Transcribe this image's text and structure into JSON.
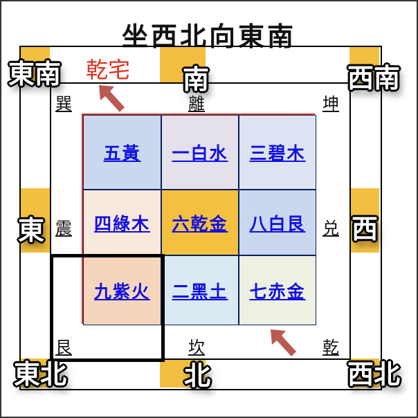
{
  "title": "坐西北向東南",
  "house": "乾宅",
  "directions": {
    "se": "東南",
    "s": "南",
    "sw": "西南",
    "e": "東",
    "w": "西",
    "ne": "東北",
    "n": "北",
    "nw": "西北"
  },
  "trigrams": {
    "xun": "巽",
    "li": "離",
    "kun": "坤",
    "zhen": "震",
    "dui": "兑",
    "gen": "艮",
    "kan": "坎",
    "qian": "乾"
  },
  "grid": [
    {
      "label": "五黃",
      "color": "#c9d8ee"
    },
    {
      "label": "一白水",
      "color": "#e4e0ec"
    },
    {
      "label": "三碧木",
      "color": "#dde3f0"
    },
    {
      "label": "四綠木",
      "color": "#f9e8dc"
    },
    {
      "label": "六乾金",
      "color": "#f4c040"
    },
    {
      "label": "八白艮",
      "color": "#c9d8ee"
    },
    {
      "label": "九紫火",
      "color": "#f5d6bc"
    },
    {
      "label": "二黑土",
      "color": "#dbe9f3"
    },
    {
      "label": "七赤金",
      "color": "#eef1e2"
    }
  ]
}
